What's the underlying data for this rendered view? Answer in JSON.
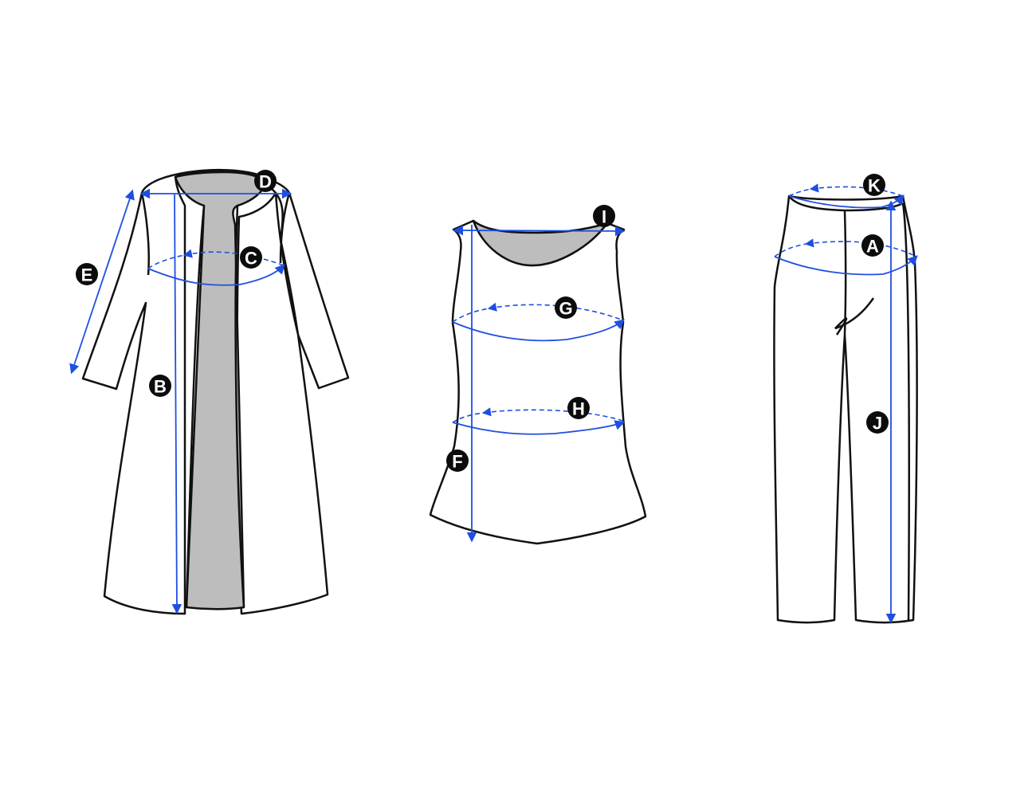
{
  "colors": {
    "measure": "#1f4fe0",
    "outline": "#111111",
    "lining": "#bdbdbd",
    "marker": "#0c0c0c"
  },
  "markers": {
    "a": "A",
    "b": "B",
    "c": "C",
    "d": "D",
    "e": "E",
    "f": "F",
    "g": "G",
    "h": "H",
    "i": "I",
    "j": "J",
    "k": "K"
  }
}
